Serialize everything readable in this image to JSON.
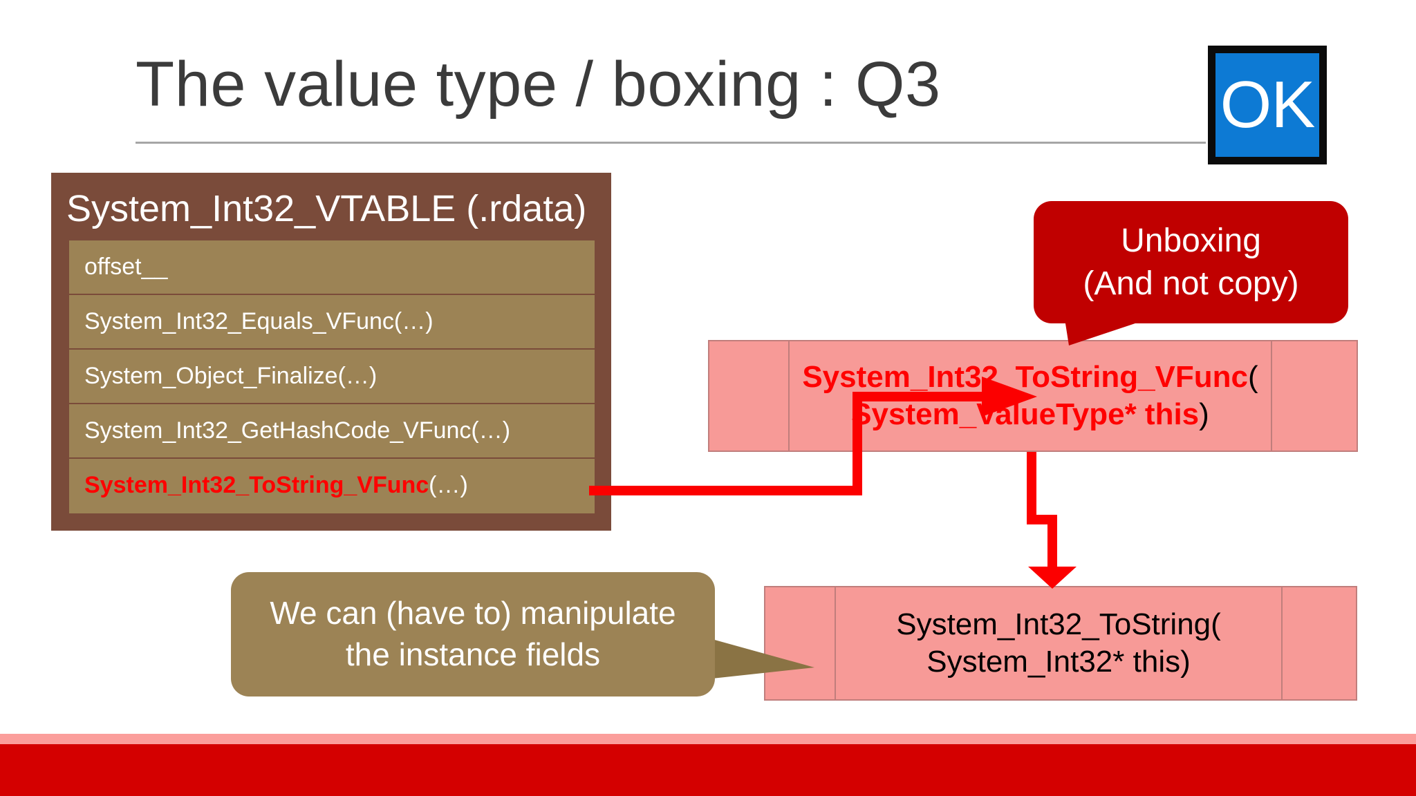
{
  "slide": {
    "title": "The value type / boxing : Q3",
    "badge": {
      "label": "OK",
      "bg_color": "#0d7ad4",
      "border_color": "#0b0b0b",
      "text_color": "#ffffff"
    }
  },
  "vtable": {
    "header": "System_Int32_VTABLE (.rdata)",
    "header_bg": "#7a4b3a",
    "row_bg": "#9c8355",
    "rows": [
      {
        "text": "offset__",
        "highlight": "",
        "rest": ""
      },
      {
        "text": "System_Int32_Equals_VFunc(…)",
        "highlight": "",
        "rest": ""
      },
      {
        "text": "System_Object_Finalize(…)",
        "highlight": "",
        "rest": ""
      },
      {
        "text": "System_Int32_GetHashCode_VFunc(…)",
        "highlight": "",
        "rest": ""
      },
      {
        "text": "",
        "highlight": "System_Int32_ToString_VFunc",
        "rest": "(…)"
      }
    ]
  },
  "boxes": {
    "vfunc": {
      "line1_red": "System_Int32_ToString_VFunc",
      "line1_paren": "(",
      "line2_red": "System_ValueType* this",
      "line2_paren": ")",
      "bg": "#f79a97",
      "text_color": "#ff0000"
    },
    "impl": {
      "line1": "System_Int32_ToString(",
      "line2": "System_Int32* this)",
      "bg": "#f79a97",
      "text_color": "#000000"
    }
  },
  "callouts": {
    "unboxing": {
      "line1": "Unboxing",
      "line2": "(And not copy)",
      "bg": "#c00000"
    },
    "manipulate": {
      "line1": "We can (have to) manipulate",
      "line2": "the instance fields",
      "bg": "#9c8355"
    }
  },
  "bands": {
    "pink": "#fb9e9b",
    "red": "#d40000"
  },
  "arrows": {
    "vtable_to_vfunc": "red-elbow-arrow",
    "vfunc_to_impl": "red-jogged-down-arrow"
  }
}
